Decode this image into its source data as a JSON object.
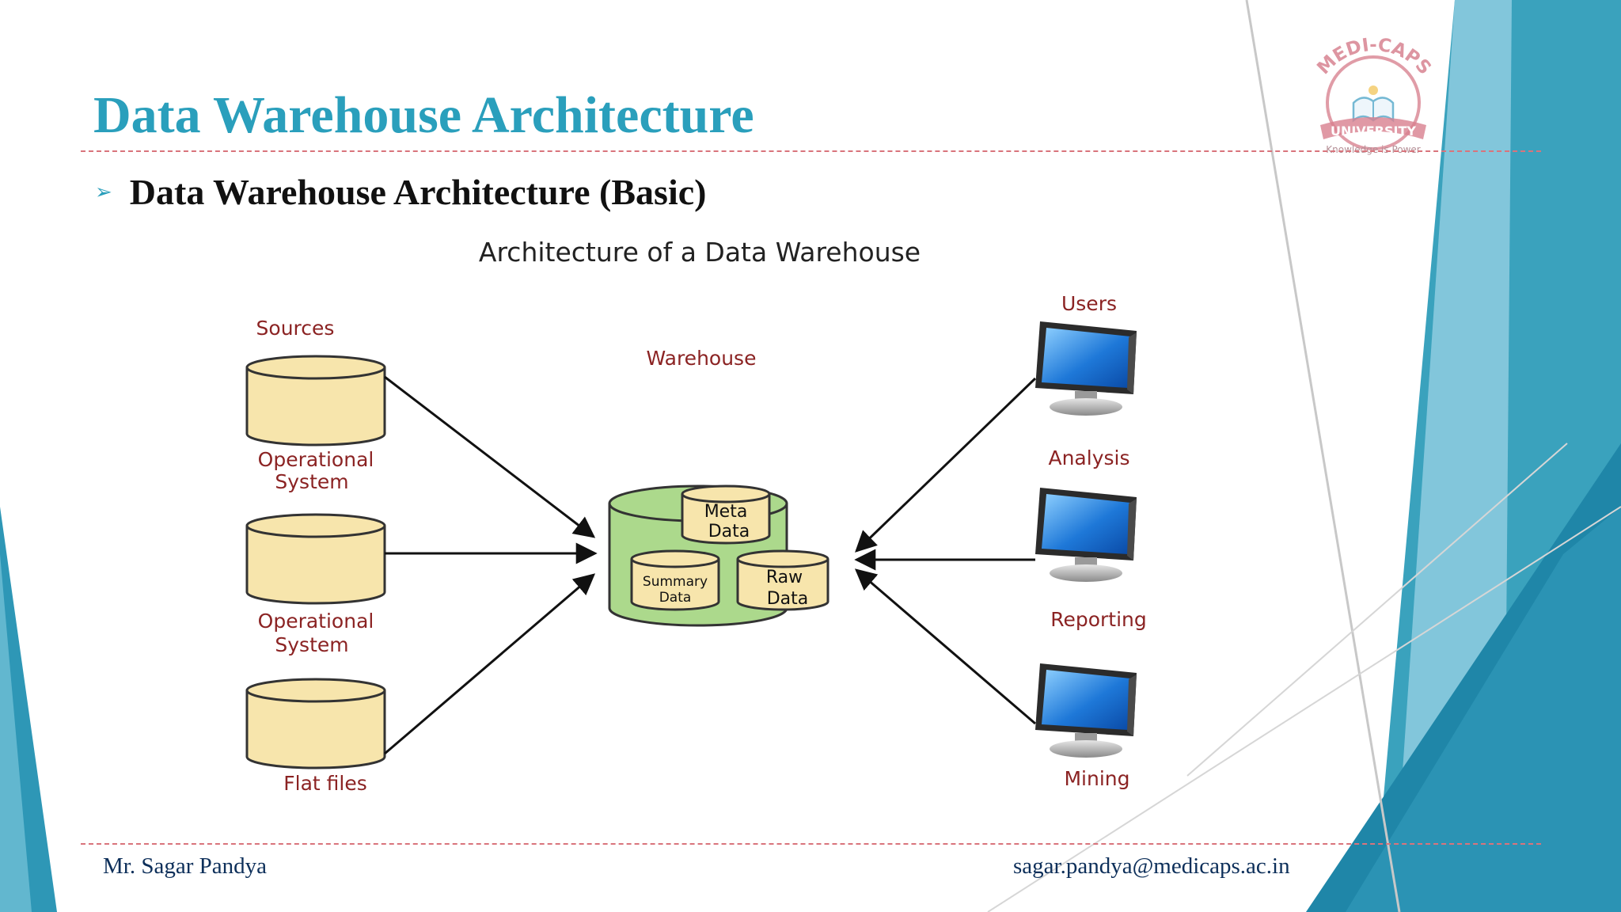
{
  "slide": {
    "title": "Data Warehouse Architecture",
    "bullet": "Data Warehouse Architecture (Basic)",
    "bullet_icon": "arrowhead-bullet-icon"
  },
  "logo": {
    "name": "MEDI-CAPS",
    "banner": "UNIVERSITY",
    "tagline": "Knowledge is Power"
  },
  "diagram": {
    "title": "Architecture of a Data Warehouse",
    "sources_heading": "Sources",
    "warehouse_heading": "Warehouse",
    "users_heading": "Users",
    "sources": [
      {
        "label_line1": "Operational",
        "label_line2": "System"
      },
      {
        "label_line1": "Operational",
        "label_line2": "System"
      },
      {
        "label_line1": "Flat files",
        "label_line2": ""
      }
    ],
    "warehouse_parts": {
      "meta_line1": "Meta",
      "meta_line2": "Data",
      "summary_line1": "Summary",
      "summary_line2": "Data",
      "raw_line1": "Raw",
      "raw_line2": "Data"
    },
    "users": [
      "Analysis",
      "Reporting",
      "Mining"
    ],
    "colors": {
      "source_fill": "#f7e5ac",
      "warehouse_fill": "#acd98c",
      "label_red": "#8b2323",
      "monitor_blue": "#1e78d8"
    }
  },
  "footer": {
    "author": "Mr. Sagar Pandya",
    "email": "sagar.pandya@medicaps.ac.in"
  },
  "theme": {
    "accent": "#2a9fbc",
    "rule_color": "#d9747c"
  }
}
